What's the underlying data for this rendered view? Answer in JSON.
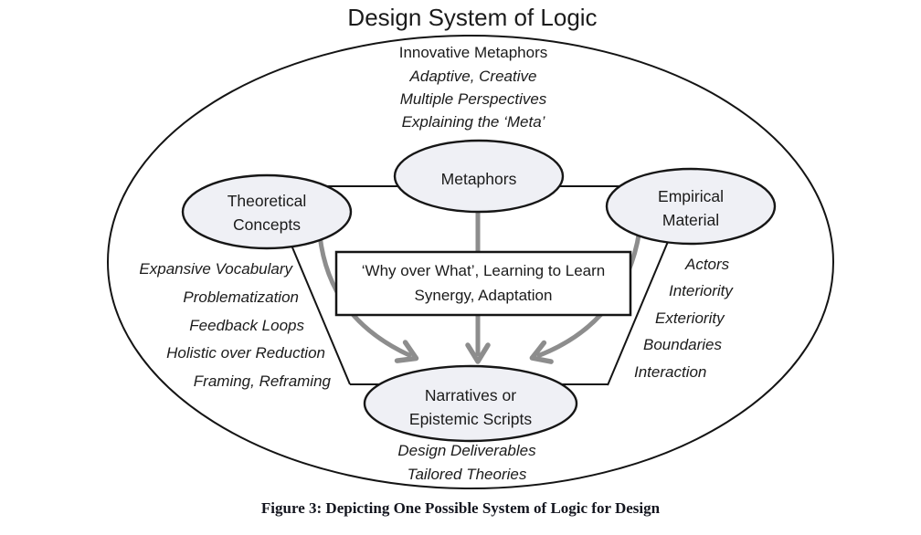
{
  "title": "Design System of Logic",
  "outer_top_labels": {
    "heading": "Innovative Metaphors",
    "items": [
      "Adaptive, Creative",
      "Multiple Perspectives",
      "Explaining the ‘Meta’"
    ]
  },
  "nodes": {
    "theoretical": {
      "line1": "Theoretical",
      "line2": "Concepts"
    },
    "metaphors": {
      "label": "Metaphors"
    },
    "empirical": {
      "line1": "Empirical",
      "line2": "Material"
    },
    "narratives": {
      "line1": "Narratives or",
      "line2": "Epistemic Scripts"
    }
  },
  "center_box": {
    "line1": "‘Why over What’, Learning to Learn",
    "line2": "Synergy, Adaptation"
  },
  "left_list": [
    "Expansive Vocabulary",
    "Problematization",
    "Feedback Loops",
    "Holistic over Reduction",
    "Framing, Reframing"
  ],
  "right_list": [
    "Actors",
    "Interiority",
    "Exteriority",
    "Boundaries",
    "Interaction"
  ],
  "bottom_labels": [
    "Design Deliverables",
    "Tailored Theories"
  ],
  "caption": "Figure 3: Depicting One Possible System of Logic for Design",
  "colors": {
    "node_fill": "#eff0f5",
    "outline": "#161616",
    "arrow": "#8d8d8d",
    "caption_text": "#14161f"
  }
}
